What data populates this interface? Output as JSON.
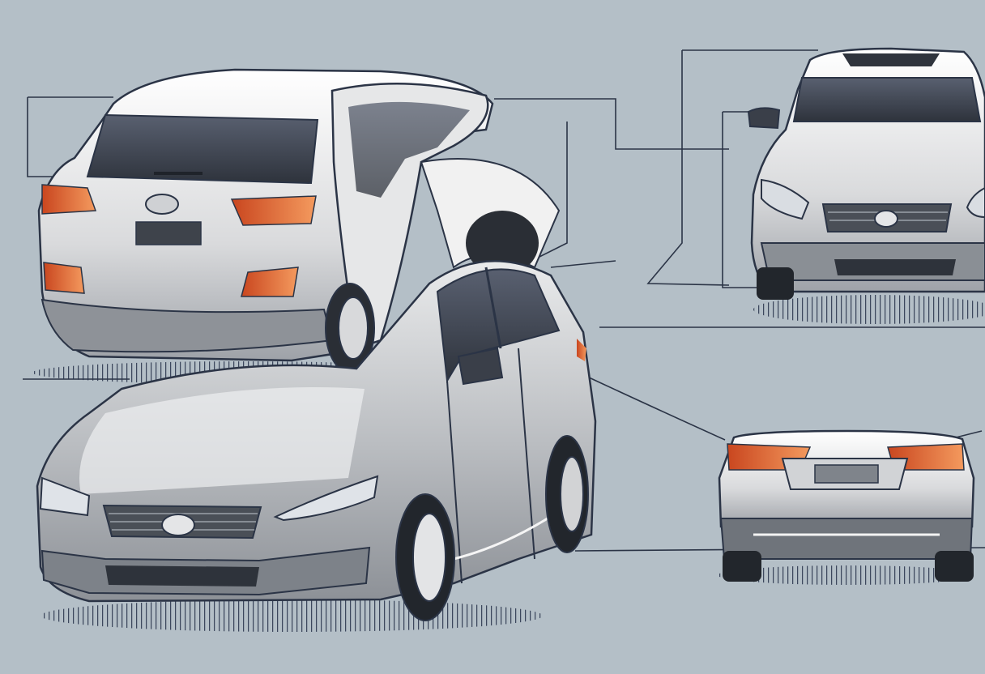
{
  "scene": {
    "background": "#b4bfc7",
    "ink": "#2b3446",
    "body_light": "#f2f2f2",
    "body_mid": "#d9dadc",
    "body_dark": "#9ea2a8",
    "glass": "#3a3f49",
    "tail_light": "#e8643a",
    "shadow": "#27324a"
  },
  "vehicles": [
    {
      "name": "suv-rear-view",
      "color": "#eeeeee"
    },
    {
      "name": "sedan-front-three-quarter",
      "color": "#bfc1c4"
    },
    {
      "name": "car-front-view",
      "color": "#d3d4d6"
    },
    {
      "name": "car-rear-view",
      "color": "#e6e6e6"
    }
  ]
}
